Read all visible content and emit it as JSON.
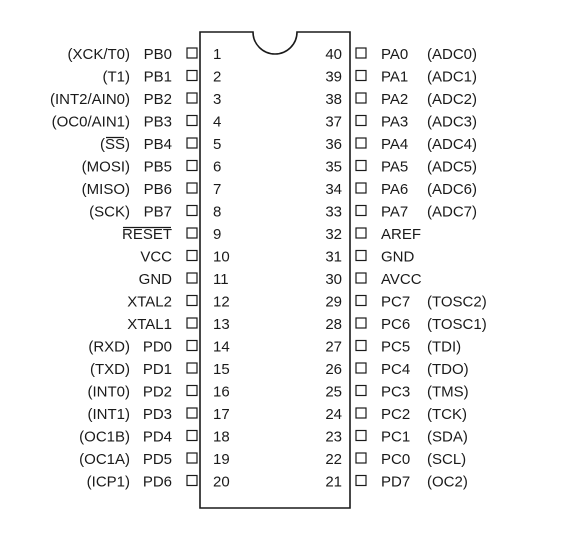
{
  "ink_color": "#1a1a1a",
  "background_color": "#ffffff",
  "left_pins": [
    {
      "number": "1",
      "name": "PB0",
      "alt": "(XCK/T0)",
      "overline": ""
    },
    {
      "number": "2",
      "name": "PB1",
      "alt": "(T1)",
      "overline": ""
    },
    {
      "number": "3",
      "name": "PB2",
      "alt": "(INT2/AIN0)",
      "overline": ""
    },
    {
      "number": "4",
      "name": "PB3",
      "alt": "(OC0/AIN1)",
      "overline": ""
    },
    {
      "number": "5",
      "name": "PB4",
      "alt": "(SS)",
      "overline": "alt"
    },
    {
      "number": "6",
      "name": "PB5",
      "alt": "(MOSI)",
      "overline": ""
    },
    {
      "number": "7",
      "name": "PB6",
      "alt": "(MISO)",
      "overline": ""
    },
    {
      "number": "8",
      "name": "PB7",
      "alt": "(SCK)",
      "overline": ""
    },
    {
      "number": "9",
      "name": "RESET",
      "alt": "",
      "overline": "name"
    },
    {
      "number": "10",
      "name": "VCC",
      "alt": "",
      "overline": ""
    },
    {
      "number": "11",
      "name": "GND",
      "alt": "",
      "overline": ""
    },
    {
      "number": "12",
      "name": "XTAL2",
      "alt": "",
      "overline": ""
    },
    {
      "number": "13",
      "name": "XTAL1",
      "alt": "",
      "overline": ""
    },
    {
      "number": "14",
      "name": "PD0",
      "alt": "(RXD)",
      "overline": ""
    },
    {
      "number": "15",
      "name": "PD1",
      "alt": "(TXD)",
      "overline": ""
    },
    {
      "number": "16",
      "name": "PD2",
      "alt": "(INT0)",
      "overline": ""
    },
    {
      "number": "17",
      "name": "PD3",
      "alt": "(INT1)",
      "overline": ""
    },
    {
      "number": "18",
      "name": "PD4",
      "alt": "(OC1B)",
      "overline": ""
    },
    {
      "number": "19",
      "name": "PD5",
      "alt": "(OC1A)",
      "overline": ""
    },
    {
      "number": "20",
      "name": "PD6",
      "alt": "(ICP1)",
      "overline": ""
    }
  ],
  "right_pins": [
    {
      "number": "40",
      "name": "PA0",
      "alt": "(ADC0)"
    },
    {
      "number": "39",
      "name": "PA1",
      "alt": "(ADC1)"
    },
    {
      "number": "38",
      "name": "PA2",
      "alt": "(ADC2)"
    },
    {
      "number": "37",
      "name": "PA3",
      "alt": "(ADC3)"
    },
    {
      "number": "36",
      "name": "PA4",
      "alt": "(ADC4)"
    },
    {
      "number": "35",
      "name": "PA5",
      "alt": "(ADC5)"
    },
    {
      "number": "34",
      "name": "PA6",
      "alt": "(ADC6)"
    },
    {
      "number": "33",
      "name": "PA7",
      "alt": "(ADC7)"
    },
    {
      "number": "32",
      "name": "AREF",
      "alt": ""
    },
    {
      "number": "31",
      "name": "GND",
      "alt": ""
    },
    {
      "number": "30",
      "name": "AVCC",
      "alt": ""
    },
    {
      "number": "29",
      "name": "PC7",
      "alt": "(TOSC2)"
    },
    {
      "number": "28",
      "name": "PC6",
      "alt": "(TOSC1)"
    },
    {
      "number": "27",
      "name": "PC5",
      "alt": "(TDI)"
    },
    {
      "number": "26",
      "name": "PC4",
      "alt": "(TDO)"
    },
    {
      "number": "25",
      "name": "PC3",
      "alt": "(TMS)"
    },
    {
      "number": "24",
      "name": "PC2",
      "alt": "(TCK)"
    },
    {
      "number": "23",
      "name": "PC1",
      "alt": "(SDA)"
    },
    {
      "number": "22",
      "name": "PC0",
      "alt": "(SCL)"
    },
    {
      "number": "21",
      "name": "PD7",
      "alt": "(OC2)"
    }
  ]
}
